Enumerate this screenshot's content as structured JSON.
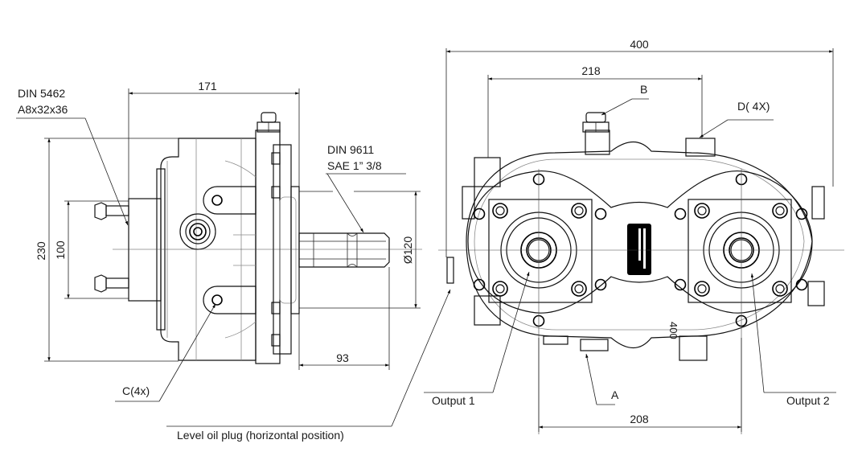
{
  "drawing": {
    "title": "Gearbox technical drawing",
    "side_view": {
      "input_spline_label_line1": "DIN 5462",
      "input_spline_label_line2": "A8x32x36",
      "output_spline_label_line1": "DIN 9611",
      "output_spline_label_line2": "SAE 1” 3/8",
      "dimensions": {
        "overall_length": "171",
        "overall_height": "230",
        "bolt_spacing": "100",
        "shaft_diameter": "Ø120",
        "shaft_length": "93"
      },
      "callout_c": "C(4x)",
      "callout_level_oil_plug": "Level oil plug (horizontal position)"
    },
    "front_view": {
      "dimensions": {
        "overall_width": "400",
        "input_offset": "218",
        "output_spacing": "208"
      },
      "callout_a": "A",
      "callout_b": "B",
      "callout_d": "D( 4X)",
      "output_1": "Output 1",
      "output_2": "Output 2",
      "casting_mark": "400"
    }
  }
}
